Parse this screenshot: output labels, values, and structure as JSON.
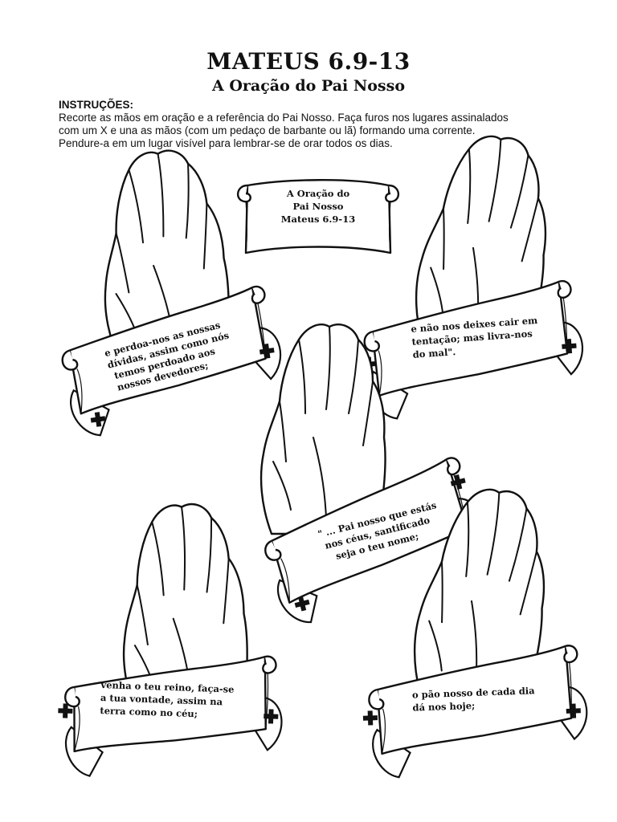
{
  "header": {
    "title": "MATEUS 6.9-13",
    "subtitle": "A Oração do Pai Nosso"
  },
  "instructions": {
    "heading": "INSTRUÇÕES:",
    "lines": [
      "Recorte as mãos em oração e a referência do Pai Nosso. Faça furos nos lugares assinalados",
      "com um X e una as mãos (com um pedaço de barbante ou lã) formando uma corrente.",
      "Pendure-a em um lugar visível para lembrar-se de orar todos os dias."
    ]
  },
  "reference_scroll": {
    "lines": [
      "A Oração do",
      "Pai Nosso",
      "Mateus 6.9-13"
    ]
  },
  "hands": [
    {
      "id": "center",
      "lines": [
        "\" ... Pai nosso que estás",
        "nos céus, santificado",
        "seja o teu nome;"
      ]
    },
    {
      "id": "bottom-left",
      "lines": [
        "venha o teu reino, faça-se",
        "a tua vontade, assim na",
        "terra como no céu;"
      ]
    },
    {
      "id": "bottom-right",
      "lines": [
        "o pão nosso de cada dia",
        "dá nos hoje;"
      ]
    },
    {
      "id": "top-left",
      "lines": [
        "e perdoa-nos as nossas",
        "dívidas, assim como nós",
        "temos perdoado aos",
        "nossos devedores;"
      ]
    },
    {
      "id": "top-right",
      "lines": [
        "e não nos deixes cair em",
        "tentação; mas livra-nos",
        "do mal\"."
      ]
    }
  ],
  "icons": {
    "hole_marker": "cross-icon",
    "hands": "praying-hands-icon"
  }
}
